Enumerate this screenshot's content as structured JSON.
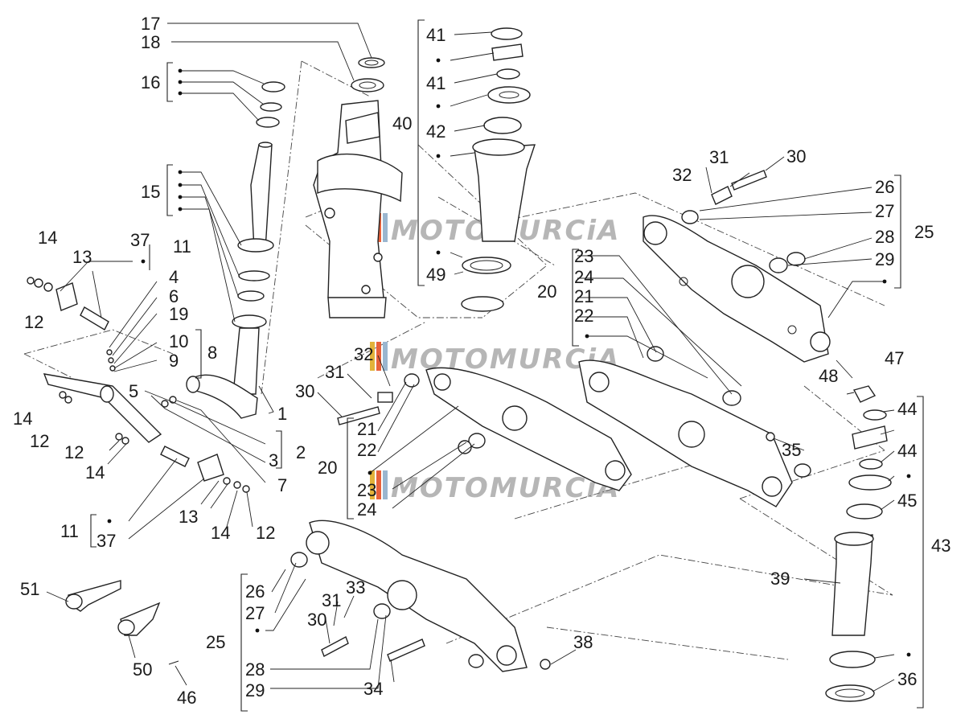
{
  "watermark": {
    "text": "MOTOMURCiA",
    "colors": [
      "#e2b23a",
      "#e8613a",
      "#9ab6cf"
    ]
  },
  "labels": {
    "l17": "17",
    "l18": "18",
    "l16": "16",
    "l15": "15",
    "l14a": "14",
    "l13a": "13",
    "l37a": "37",
    "l11a": "11",
    "l12a": "12",
    "l4": "4",
    "l6": "6",
    "l19": "19",
    "l10": "10",
    "l8": "8",
    "l9": "9",
    "l5": "5",
    "l1": "1",
    "l2": "2",
    "l3": "3",
    "l7": "7",
    "l14b": "14",
    "l12b": "12",
    "l12c": "12",
    "l14c": "14",
    "l13b": "13",
    "l14d": "14",
    "l12d": "12",
    "l11b": "11",
    "l37b": "37",
    "l51": "51",
    "l50": "50",
    "l46": "46",
    "l41a": "41",
    "l41b": "41",
    "l40": "40",
    "l42": "42",
    "l49": "49",
    "l32a": "32",
    "l31a": "31",
    "l30a": "30",
    "l21a": "21",
    "l22a": "22",
    "l20a": "20",
    "l23a": "23",
    "l24a": "24",
    "l20b": "20",
    "l23b": "23",
    "l24b": "24",
    "l21b": "21",
    "l22b": "22",
    "l32b": "32",
    "l31b": "31",
    "l30b": "30",
    "l26a": "26",
    "l27a": "27",
    "l25a": "25",
    "l28a": "28",
    "l29a": "29",
    "l47": "47",
    "l48": "48",
    "l44a": "44",
    "l44b": "44",
    "l45": "45",
    "l43": "43",
    "l35": "35",
    "l39": "39",
    "l36": "36",
    "l26b": "26",
    "l27b": "27",
    "l25b": "25",
    "l33": "33",
    "l31c": "31",
    "l30c": "30",
    "l28b": "28",
    "l29b": "29",
    "l34": "34",
    "l38": "38"
  }
}
